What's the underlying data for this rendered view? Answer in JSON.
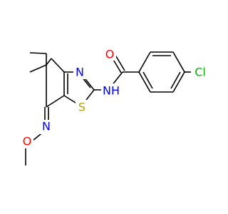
{
  "colors": {
    "background": "#ffffff",
    "bond": "#000000",
    "carbon_text": "#000000",
    "nitrogen": "#0000ff",
    "oxygen": "#ff0000",
    "sulfur": "#b8a000",
    "chlorine": "#00b000"
  },
  "atoms": {
    "o_carbonyl": "O",
    "cl": "Cl",
    "n_thiazole": "N",
    "nh_amide": "NH",
    "s_thiazole": "S",
    "n_oxime": "N",
    "o_methoxy": "O"
  }
}
